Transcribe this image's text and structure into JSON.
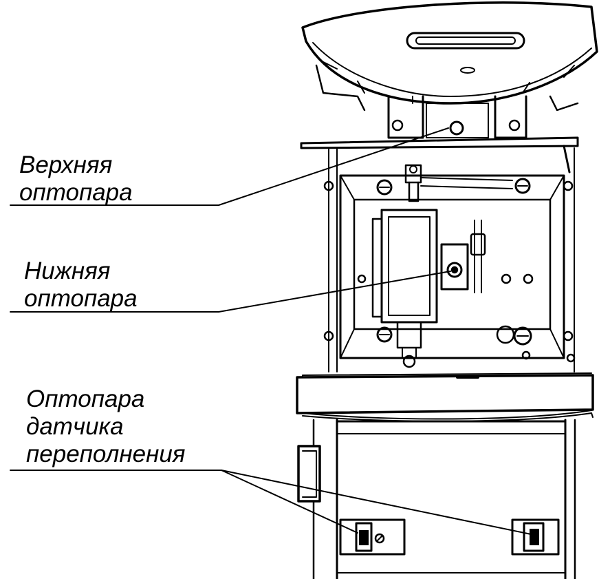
{
  "labels": {
    "upper": {
      "line1": "Верхняя",
      "line2": "оптопара"
    },
    "lower": {
      "line1": "Нижняя",
      "line2": "оптопара"
    },
    "overflow": {
      "line1": "Оптопара",
      "line2": "датчика",
      "line3": "переполнения"
    }
  },
  "colors": {
    "ink": "#000000",
    "paper": "#ffffff",
    "shade": "#d9d9d9"
  }
}
